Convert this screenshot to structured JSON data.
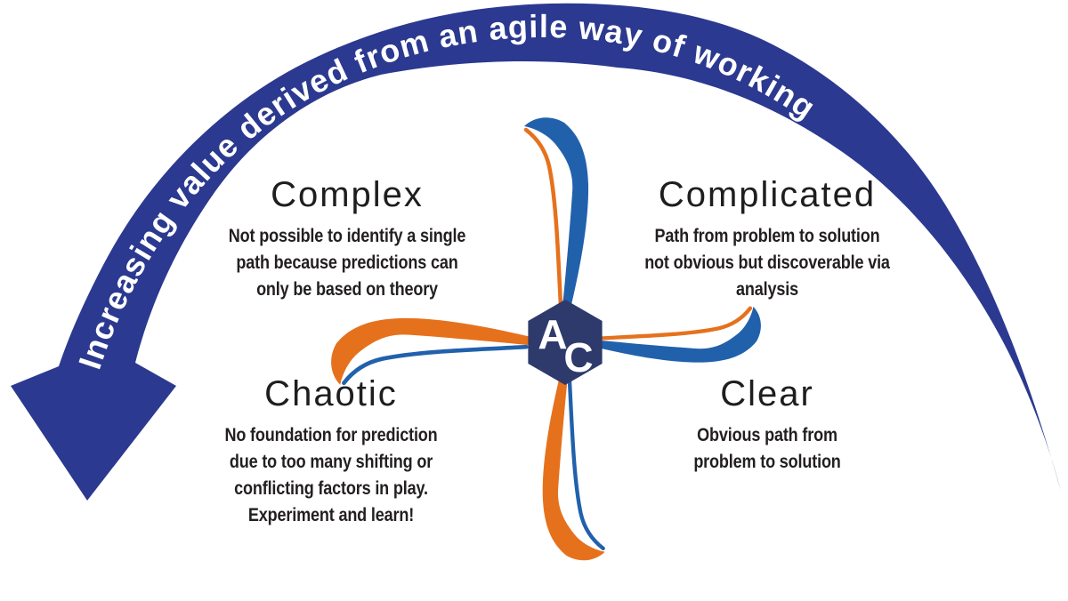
{
  "arc": {
    "label": "Increasing value derived from an agile way of working",
    "text_color": "#ffffff"
  },
  "center": {
    "monogram_top": "A",
    "monogram_bottom": "C"
  },
  "colors": {
    "arc_blue": "#2b3990",
    "pinwheel_blue": "#2161ac",
    "pinwheel_orange": "#e6711d",
    "hexagon_navy": "#2d3a6b"
  },
  "quadrants": [
    {
      "id": "complex",
      "title": "Complex",
      "lines": [
        "Not possible to identify a single",
        "path because predictions can",
        "only be based on theory"
      ]
    },
    {
      "id": "complicated",
      "title": "Complicated",
      "lines": [
        "Path from problem to solution",
        "not obvious but discoverable via",
        "analysis"
      ]
    },
    {
      "id": "chaotic",
      "title": "Chaotic",
      "lines": [
        "No foundation for prediction",
        "due to too many shifting or",
        "conflicting factors in play.",
        "Experiment and learn!"
      ]
    },
    {
      "id": "clear",
      "title": "Clear",
      "lines": [
        "Obvious path from",
        "problem to solution"
      ]
    }
  ]
}
